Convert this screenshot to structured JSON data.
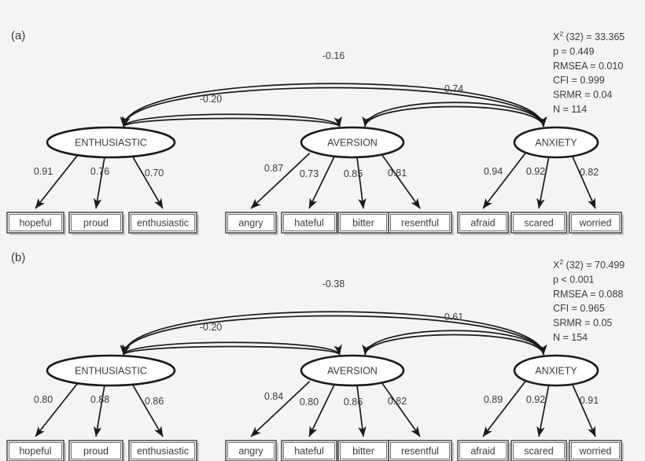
{
  "figure": {
    "background": "#f4f4f4",
    "ink": "#3a3a3a"
  },
  "panels": [
    {
      "id": "a",
      "label": "(a)",
      "latents": [
        {
          "name": "enthusiastic",
          "label": "ENTHUSIASTIC"
        },
        {
          "name": "aversion",
          "label": "AVERSION"
        },
        {
          "name": "anxiety",
          "label": "ANXIETY"
        }
      ],
      "indicators": [
        {
          "name": "hopeful",
          "label": "hopeful",
          "loading": "0.91"
        },
        {
          "name": "proud",
          "label": "proud",
          "loading": "0.76"
        },
        {
          "name": "enthusiastic",
          "label": "enthusiastic",
          "loading": "0.70"
        },
        {
          "name": "angry",
          "label": "angry",
          "loading": "0.87"
        },
        {
          "name": "hateful",
          "label": "hateful",
          "loading": "0.73"
        },
        {
          "name": "bitter",
          "label": "bitter",
          "loading": "0.85"
        },
        {
          "name": "resentful",
          "label": "resentful",
          "loading": "0.81"
        },
        {
          "name": "afraid",
          "label": "afraid",
          "loading": "0.94"
        },
        {
          "name": "scared",
          "label": "scared",
          "loading": "0.92"
        },
        {
          "name": "worried",
          "label": "worried",
          "loading": "0.82"
        }
      ],
      "correlations": [
        {
          "name": "enthusiastic-anxiety",
          "value": "-0.16"
        },
        {
          "name": "enthusiastic-aversion",
          "value": "-0.20"
        },
        {
          "name": "aversion-anxiety",
          "value": "0.74"
        }
      ],
      "fit_statistics": [
        {
          "name": "chi-square",
          "prefix": "Χ",
          "sup": "2",
          "rest": " (32) = 33.365"
        },
        {
          "name": "p-value",
          "prefix": "",
          "sup": "",
          "rest": "p = 0.449"
        },
        {
          "name": "rmsea",
          "prefix": "",
          "sup": "",
          "rest": "RMSEA = 0.010"
        },
        {
          "name": "cfi",
          "prefix": "",
          "sup": "",
          "rest": "CFI = 0.999"
        },
        {
          "name": "srmr",
          "prefix": "",
          "sup": "",
          "rest": "SRMR = 0.04"
        },
        {
          "name": "sample-size",
          "prefix": "",
          "sup": "",
          "rest": "N  = 114"
        }
      ]
    },
    {
      "id": "b",
      "label": "(b)",
      "latents": [
        {
          "name": "enthusiastic",
          "label": "ENTHUSIASTIC"
        },
        {
          "name": "aversion",
          "label": "AVERSION"
        },
        {
          "name": "anxiety",
          "label": "ANXIETY"
        }
      ],
      "indicators": [
        {
          "name": "hopeful",
          "label": "hopeful",
          "loading": "0.80"
        },
        {
          "name": "proud",
          "label": "proud",
          "loading": "0.88"
        },
        {
          "name": "enthusiastic",
          "label": "enthusiastic",
          "loading": "0.86"
        },
        {
          "name": "angry",
          "label": "angry",
          "loading": "0.84"
        },
        {
          "name": "hateful",
          "label": "hateful",
          "loading": "0.80"
        },
        {
          "name": "bitter",
          "label": "bitter",
          "loading": "0.86"
        },
        {
          "name": "resentful",
          "label": "resentful",
          "loading": "0.82"
        },
        {
          "name": "afraid",
          "label": "afraid",
          "loading": "0.89"
        },
        {
          "name": "scared",
          "label": "scared",
          "loading": "0.92"
        },
        {
          "name": "worried",
          "label": "worried",
          "loading": "0.91"
        }
      ],
      "correlations": [
        {
          "name": "enthusiastic-anxiety",
          "value": "-0.38"
        },
        {
          "name": "enthusiastic-aversion",
          "value": "-0.20"
        },
        {
          "name": "aversion-anxiety",
          "value": "0.61"
        }
      ],
      "fit_statistics": [
        {
          "name": "chi-square",
          "prefix": "Χ",
          "sup": "2",
          "rest": " (32) = 70.499"
        },
        {
          "name": "p-value",
          "prefix": "",
          "sup": "",
          "rest": "p < 0.001"
        },
        {
          "name": "rmsea",
          "prefix": "",
          "sup": "",
          "rest": "RMSEA = 0.088"
        },
        {
          "name": "cfi",
          "prefix": "",
          "sup": "",
          "rest": "CFI = 0.965"
        },
        {
          "name": "srmr",
          "prefix": "",
          "sup": "",
          "rest": "SRMR = 0.05"
        },
        {
          "name": "sample-size",
          "prefix": "",
          "sup": "",
          "rest": "N  = 154"
        }
      ]
    }
  ]
}
